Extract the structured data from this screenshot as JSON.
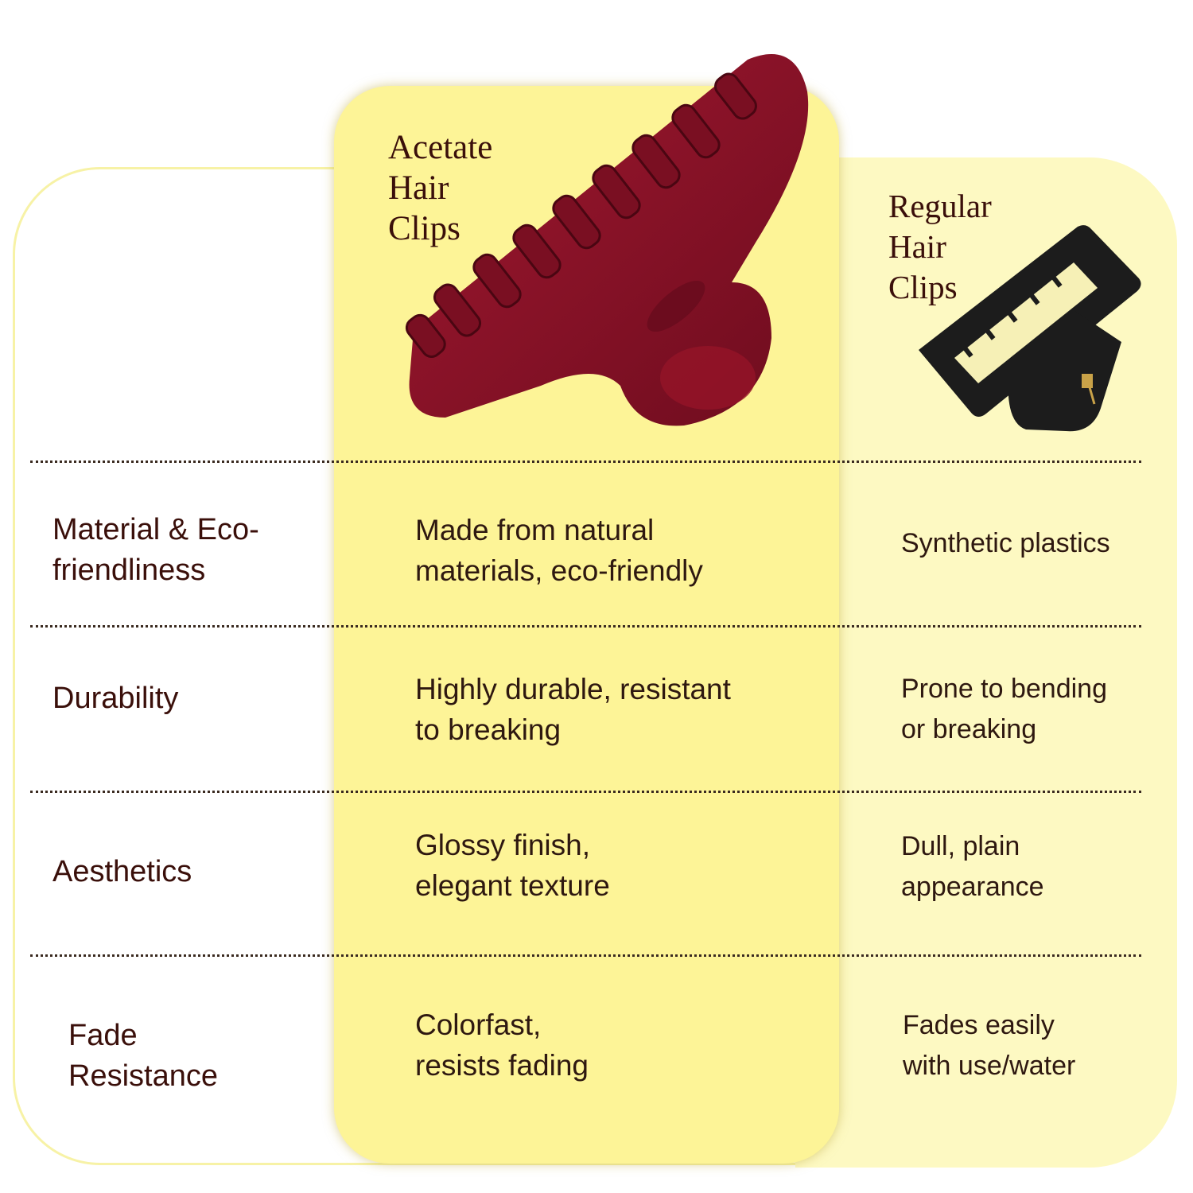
{
  "columns": {
    "acetate": {
      "title": "Acetate\nHair\nClips",
      "image": "burgundy-acetate-claw-clip"
    },
    "regular": {
      "title": "Regular\nHair\nClips",
      "image": "black-matte-claw-clip"
    }
  },
  "rows": [
    {
      "label": "Material & Eco-\nfriendliness",
      "acetate": "Made from natural\nmaterials, eco-friendly",
      "regular": "Synthetic plastics"
    },
    {
      "label": "Durability",
      "acetate": "Highly durable, resistant\nto breaking",
      "regular": "Prone to bending\nor breaking"
    },
    {
      "label": "Aesthetics",
      "acetate": "Glossy finish,\nelegant texture",
      "regular": "Dull, plain\nappearance"
    },
    {
      "label": "Fade\nResistance",
      "acetate": "Colorfast,\nresists fading",
      "regular": "Fades easily\nwith use/water"
    }
  ],
  "colors": {
    "acetate_column": "#fdf497",
    "regular_column": "#fdf9c2",
    "text": "#3a0f0a",
    "clip_burgundy": "#8a1228",
    "clip_black": "#1a1a1a"
  }
}
